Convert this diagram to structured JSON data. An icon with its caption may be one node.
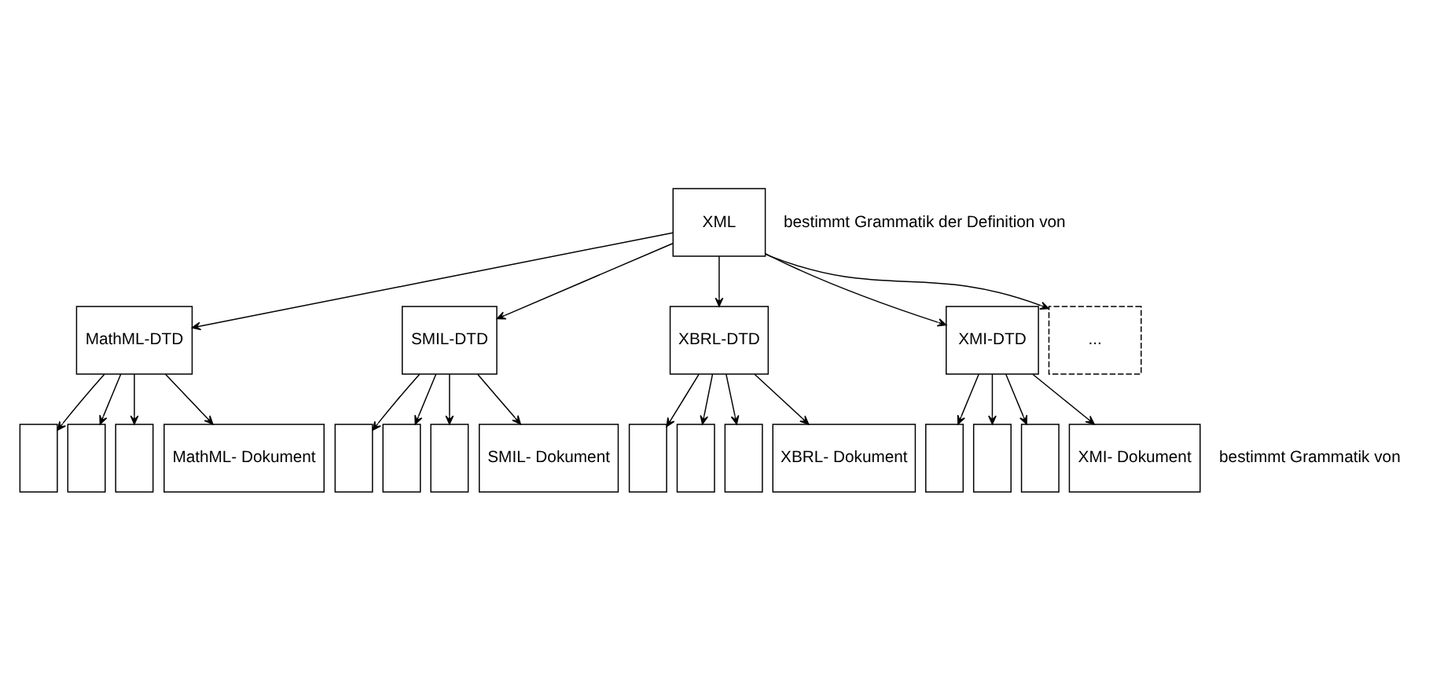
{
  "diagram": {
    "nodes": [
      {
        "text": [
          "XML"
        ]
      },
      {
        "text": [
          "MathML-DTD"
        ]
      },
      {
        "text": [
          "SMIL-DTD"
        ]
      },
      {
        "text": [
          "XBRL-DTD"
        ]
      },
      {
        "text": [
          "XMI-DTD"
        ]
      },
      {
        "text": [
          "..."
        ]
      },
      {
        "text": [],
        "shape": "box"
      },
      {
        "text": [],
        "shape": "box"
      },
      {
        "text": [],
        "shape": "box"
      },
      {
        "text": [
          "MathML- Dokument"
        ]
      },
      {
        "text": [],
        "shape": "box"
      },
      {
        "text": [],
        "shape": "box"
      },
      {
        "text": [],
        "shape": "box"
      },
      {
        "text": [
          "SMIL- Dokument"
        ]
      },
      {
        "text": [],
        "shape": "box"
      },
      {
        "text": [],
        "shape": "box"
      },
      {
        "text": [],
        "shape": "box"
      },
      {
        "text": [
          "XBRL- Dokument"
        ]
      },
      {
        "text": [],
        "shape": "box"
      },
      {
        "text": [],
        "shape": "box"
      },
      {
        "text": [],
        "shape": "box"
      },
      {
        "text": [
          "XMI- Dokument"
        ]
      }
    ],
    "edges": [
      {
        "from": 0,
        "to": 1,
        "arrow": "to"
      },
      {
        "from": 0,
        "to": 2,
        "arrow": "to"
      },
      {
        "from": 0,
        "to": 3,
        "arrow": "to"
      },
      {
        "from": 0,
        "to": 4,
        "arrow": "to"
      },
      {
        "from": 0,
        "to": 5,
        "arrow": "to"
      },
      {
        "from": 1,
        "to": 6,
        "arrow": "to"
      },
      {
        "from": 1,
        "to": 7,
        "arrow": "to"
      },
      {
        "from": 1,
        "to": 8,
        "arrow": "to"
      },
      {
        "from": 1,
        "to": 9,
        "arrow": "to"
      },
      {
        "from": 2,
        "to": 10,
        "arrow": "to"
      },
      {
        "from": 2,
        "to": 11,
        "arrow": "to"
      },
      {
        "from": 2,
        "to": 12,
        "arrow": "to"
      },
      {
        "from": 2,
        "to": 13,
        "arrow": "to"
      },
      {
        "from": 3,
        "to": 14,
        "arrow": "to"
      },
      {
        "from": 3,
        "to": 15,
        "arrow": "to"
      },
      {
        "from": 3,
        "to": 16,
        "arrow": "to"
      },
      {
        "from": 3,
        "to": 17,
        "arrow": "to"
      },
      {
        "from": 4,
        "to": 18,
        "arrow": "to"
      },
      {
        "from": 4,
        "to": 19,
        "arrow": "to"
      },
      {
        "from": 4,
        "to": 20,
        "arrow": "to"
      },
      {
        "from": 4,
        "to": 21,
        "arrow": "to"
      }
    ],
    "labels": [
      "bestimmt Grammatik der Definition von",
      "bestimmt Grammatik von"
    ]
  }
}
